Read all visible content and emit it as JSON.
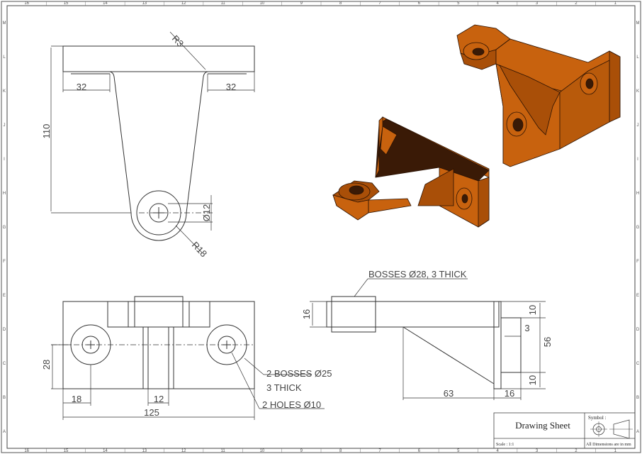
{
  "border_zones": {
    "columns": [
      "16",
      "15",
      "14",
      "13",
      "12",
      "11",
      "10",
      "9",
      "8",
      "7",
      "6",
      "5",
      "4",
      "3",
      "2",
      "1"
    ],
    "rows": [
      "M",
      "L",
      "K",
      "J",
      "I",
      "H",
      "G",
      "F",
      "E",
      "D",
      "C",
      "B",
      "A"
    ]
  },
  "top_view": {
    "dim_r3": "R3",
    "dim_left_32": "32",
    "dim_right_32": "32",
    "dim_110": "110",
    "dim_dia12": "Ø12",
    "dim_r18": "R18"
  },
  "front_view": {
    "dim_28": "28",
    "dim_18": "18",
    "dim_12": "12",
    "dim_125": "125",
    "note_bosses_line1": "2 BOSSES Ø25",
    "note_bosses_line2": "3 THICK",
    "note_holes": "2 HOLES Ø10"
  },
  "side_view": {
    "note_bosses": "BOSSES Ø28, 3 THICK",
    "dim_16_left": "16",
    "dim_10_top": "10",
    "dim_3": "3",
    "dim_56": "56",
    "dim_10_bottom": "10",
    "dim_63": "63",
    "dim_16_bottom": "16"
  },
  "title_block": {
    "title": "Drawing Sheet",
    "symbol_label": "Symbol :",
    "scale": "Scale : 1:1",
    "units_note": "All Dimensions are in mm"
  },
  "colors": {
    "line": "#333333",
    "model_face_light": "#c8620e",
    "model_face_mid": "#a94f08",
    "model_face_dark": "#3a1a06"
  }
}
